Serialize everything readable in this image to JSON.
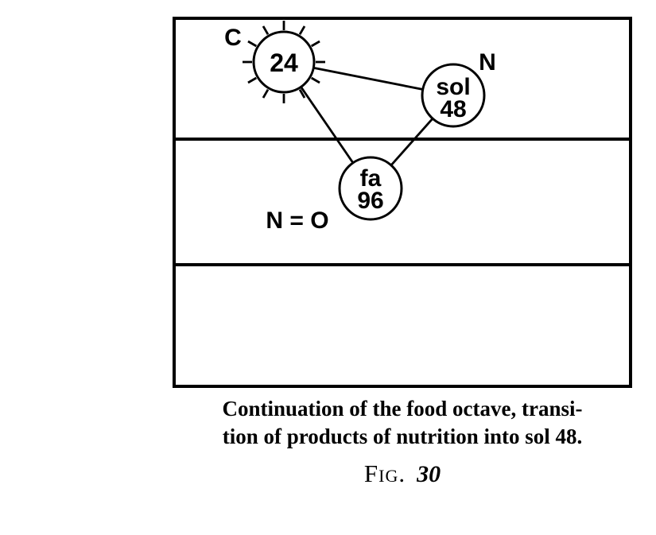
{
  "figure": {
    "nodes": [
      {
        "id": "node-24",
        "label": "24"
      },
      {
        "id": "node-sol48",
        "syllable": "sol",
        "value": "48"
      },
      {
        "id": "node-fa96",
        "syllable": "fa",
        "value": "96"
      }
    ],
    "annotations": {
      "carbon": "C",
      "nitrogen": "N",
      "equation": "N = O"
    }
  },
  "caption": {
    "line1": "Continuation of the food octave, transi-",
    "line2": "tion of products of nutrition into sol 48.",
    "fig_label": "Fig.",
    "fig_number": "30"
  },
  "colors": {
    "ink": "#000000",
    "paper": "#ffffff"
  }
}
